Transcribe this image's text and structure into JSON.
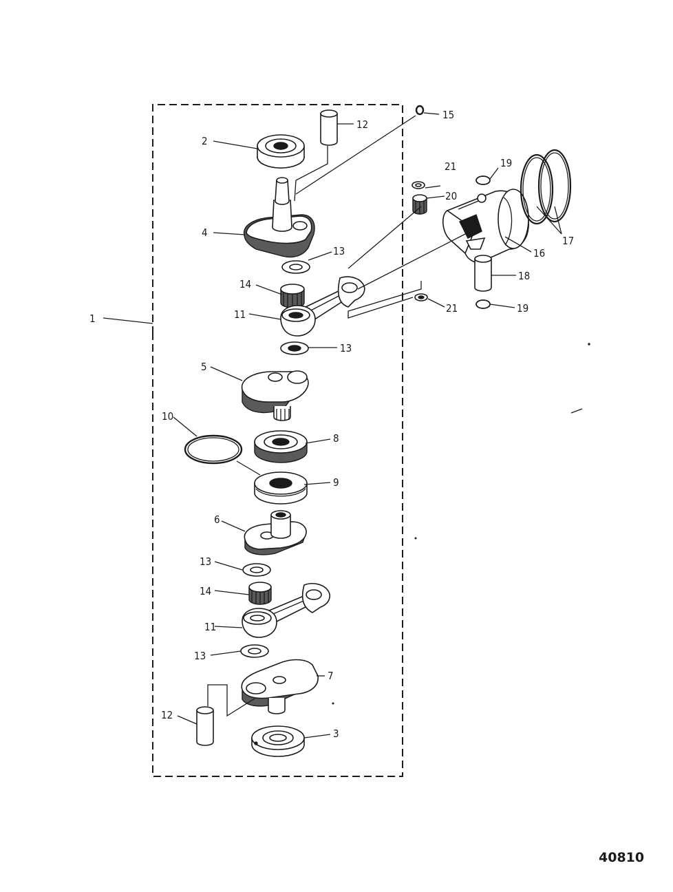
{
  "figure_number": "40810",
  "callouts": {
    "c1": "1",
    "c2": "2",
    "c3": "3",
    "c4": "4",
    "c5": "5",
    "c6": "6",
    "c7": "7",
    "c8": "8",
    "c9": "9",
    "c10": "10",
    "c11a": "11",
    "c11b": "11",
    "c12a": "12",
    "c12b": "12",
    "c13a": "13",
    "c13b": "13",
    "c13c": "13",
    "c13d": "13",
    "c14a": "14",
    "c14b": "14",
    "c15": "15",
    "c16": "16",
    "c17": "17",
    "c18": "18",
    "c19a": "19",
    "c19b": "19",
    "c20": "20",
    "c21a": "21",
    "c21b": "21"
  },
  "colors": {
    "ink": "#1a1a1a",
    "paper": "#ffffff"
  }
}
